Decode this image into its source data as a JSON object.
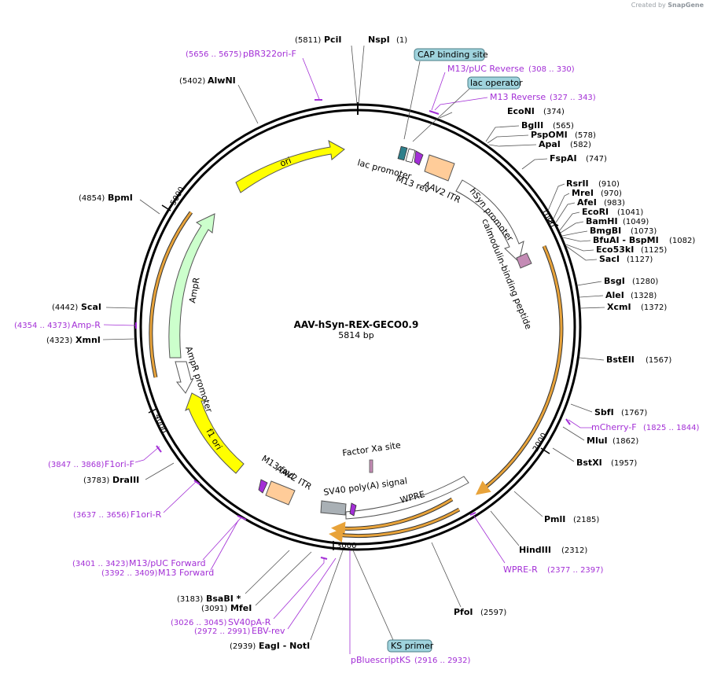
{
  "plasmid": {
    "name": "AAV-hSyn-REX-GECO0.9",
    "size_label": "5814 bp"
  },
  "watermark": {
    "prefix": "Created by",
    "brand": "SnapGene"
  },
  "ticks": [
    "1000",
    "2000",
    "3000",
    "4000",
    "5000"
  ],
  "sites_right": [
    {
      "name": "NspI",
      "pos": "(1)"
    },
    {
      "name": "EcoNI",
      "pos": "(374)"
    },
    {
      "name": "BglII",
      "pos": "(565)"
    },
    {
      "name": "PspOMI",
      "pos": "(578)"
    },
    {
      "name": "ApaI",
      "pos": "(582)"
    },
    {
      "name": "FspAI",
      "pos": "(747)"
    },
    {
      "name": "RsrII",
      "pos": "(910)"
    },
    {
      "name": "MreI",
      "pos": "(970)"
    },
    {
      "name": "AfeI",
      "pos": "(983)"
    },
    {
      "name": "EcoRI",
      "pos": "(1041)"
    },
    {
      "name": "BamHI",
      "pos": "(1049)"
    },
    {
      "name": "BmgBI",
      "pos": "(1073)"
    },
    {
      "name": "BfuAI - BspMI",
      "pos": "(1082)"
    },
    {
      "name": "Eco53kI",
      "pos": "(1125)"
    },
    {
      "name": "SacI",
      "pos": "(1127)"
    },
    {
      "name": "BsgI",
      "pos": "(1280)"
    },
    {
      "name": "AleI",
      "pos": "(1328)"
    },
    {
      "name": "XcmI",
      "pos": "(1372)"
    },
    {
      "name": "BstEII",
      "pos": "(1567)"
    },
    {
      "name": "SbfI",
      "pos": "(1767)"
    },
    {
      "name": "MluI",
      "pos": "(1862)"
    },
    {
      "name": "BstXI",
      "pos": "(1957)"
    },
    {
      "name": "PmlI",
      "pos": "(2185)"
    },
    {
      "name": "HindIII",
      "pos": "(2312)"
    },
    {
      "name": "PfoI",
      "pos": "(2597)"
    }
  ],
  "sites_left": [
    {
      "name": "PciI",
      "pos": "(5811)"
    },
    {
      "name": "AlwNI",
      "pos": "(5402)"
    },
    {
      "name": "BpmI",
      "pos": "(4854)"
    },
    {
      "name": "ScaI",
      "pos": "(4442)"
    },
    {
      "name": "XmnI",
      "pos": "(4323)"
    },
    {
      "name": "DraIII",
      "pos": "(3783)"
    },
    {
      "name": "BsaBI *",
      "pos": "(3183)"
    },
    {
      "name": "MfeI",
      "pos": "(3091)"
    },
    {
      "name": "EagI - NotI",
      "pos": "(2939)"
    }
  ],
  "primers": [
    {
      "name": "pBR322ori-F",
      "pos": "(5656 .. 5675)"
    },
    {
      "name": "M13/pUC Reverse",
      "pos": "(308 .. 330)"
    },
    {
      "name": "M13 Reverse",
      "pos": "(327 .. 343)"
    },
    {
      "name": "Amp-R",
      "pos": "(4354 .. 4373)"
    },
    {
      "name": "mCherry-F",
      "pos": "(1825 .. 1844)"
    },
    {
      "name": "F1ori-F",
      "pos": "(3847 .. 3868)"
    },
    {
      "name": "F1ori-R",
      "pos": "(3637 .. 3656)"
    },
    {
      "name": "M13/pUC Forward",
      "pos": "(3401 .. 3423)"
    },
    {
      "name": "M13 Forward",
      "pos": "(3392 .. 3409)"
    },
    {
      "name": "WPRE-R",
      "pos": "(2377 .. 2397)"
    },
    {
      "name": "SV40pA-R",
      "pos": "(3026 .. 3045)"
    },
    {
      "name": "EBV-rev",
      "pos": "(2972 .. 2991)"
    },
    {
      "name": "pBluescriptKS",
      "pos": "(2916 .. 2932)"
    }
  ],
  "tags": {
    "cap": "CAP binding site",
    "lac_operator": "lac operator",
    "ks_primer": "KS primer"
  },
  "features": {
    "ori": "ori",
    "lac_promoter": "lac promoter",
    "m13_rev": "M13 rev",
    "aav2_itr_top": "AAV2 ITR",
    "hsyn_promoter": "hSyn promoter",
    "calmodulin": "calmodulin-binding peptide",
    "ampr": "AmpR",
    "ampr_promoter": "AmpR promoter",
    "f1_ori": "f1 ori",
    "m13_fwd": "M13 fwd",
    "aav2_itr_bottom": "AAV2 ITR",
    "factor_xa": "Factor Xa site",
    "sv40": "SV40 poly(A) signal",
    "wpre": "WPRE"
  },
  "colors": {
    "backbone": "#000000",
    "ori_yellow": "#ffff00",
    "ampr_green": "#ccffcc",
    "itr_orange": "#ffcc99",
    "orange_rgeco": "#e8a33a",
    "primer_purple": "#a32fd6",
    "tag_blue": "#9fd3dd",
    "sv40_gray": "#a9b0b5",
    "lac_teal": "#2e7f8b"
  }
}
